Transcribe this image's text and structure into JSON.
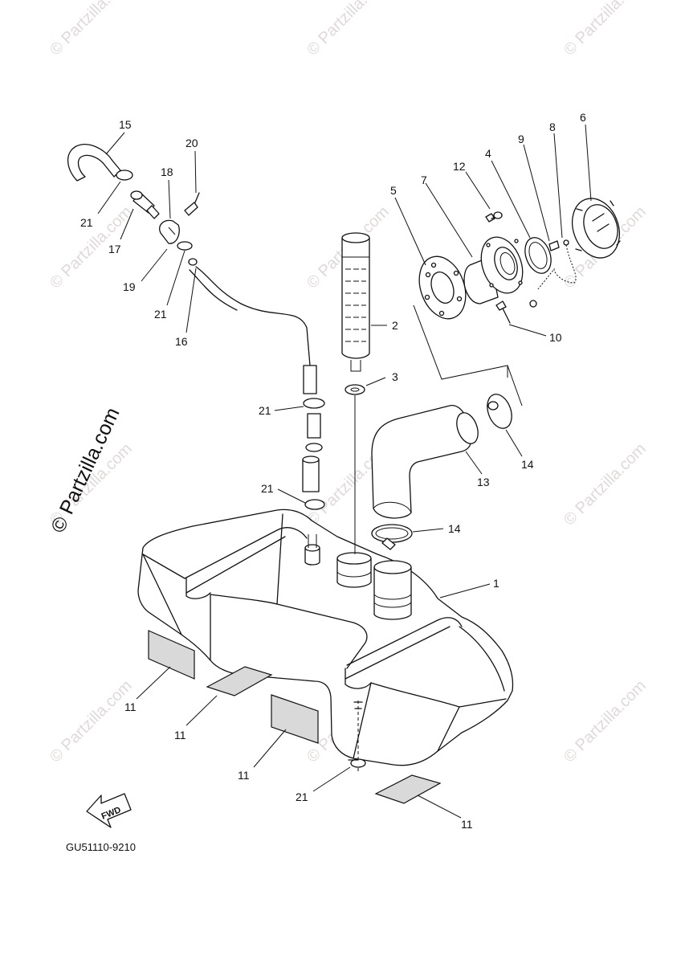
{
  "watermark": "© Partzilla.com",
  "diagram_code": "GU51110-9210",
  "fwd_label": "FWD",
  "callouts": [
    {
      "id": "c15",
      "text": "15"
    },
    {
      "id": "c20",
      "text": "20"
    },
    {
      "id": "c18",
      "text": "18"
    },
    {
      "id": "c21a",
      "text": "21"
    },
    {
      "id": "c17",
      "text": "17"
    },
    {
      "id": "c19",
      "text": "19"
    },
    {
      "id": "c21b",
      "text": "21"
    },
    {
      "id": "c16",
      "text": "16"
    },
    {
      "id": "c2",
      "text": "2"
    },
    {
      "id": "c3",
      "text": "3"
    },
    {
      "id": "c21c",
      "text": "21"
    },
    {
      "id": "c21d",
      "text": "21"
    },
    {
      "id": "c5",
      "text": "5"
    },
    {
      "id": "c7",
      "text": "7"
    },
    {
      "id": "c12",
      "text": "12"
    },
    {
      "id": "c4",
      "text": "4"
    },
    {
      "id": "c9",
      "text": "9"
    },
    {
      "id": "c8",
      "text": "8"
    },
    {
      "id": "c6",
      "text": "6"
    },
    {
      "id": "c10",
      "text": "10"
    },
    {
      "id": "c14a",
      "text": "14"
    },
    {
      "id": "c13",
      "text": "13"
    },
    {
      "id": "c14b",
      "text": "14"
    },
    {
      "id": "c1",
      "text": "1"
    },
    {
      "id": "c11a",
      "text": "11"
    },
    {
      "id": "c11b",
      "text": "11"
    },
    {
      "id": "c11c",
      "text": "11"
    },
    {
      "id": "c21e",
      "text": "21"
    },
    {
      "id": "c11d",
      "text": "11"
    }
  ]
}
